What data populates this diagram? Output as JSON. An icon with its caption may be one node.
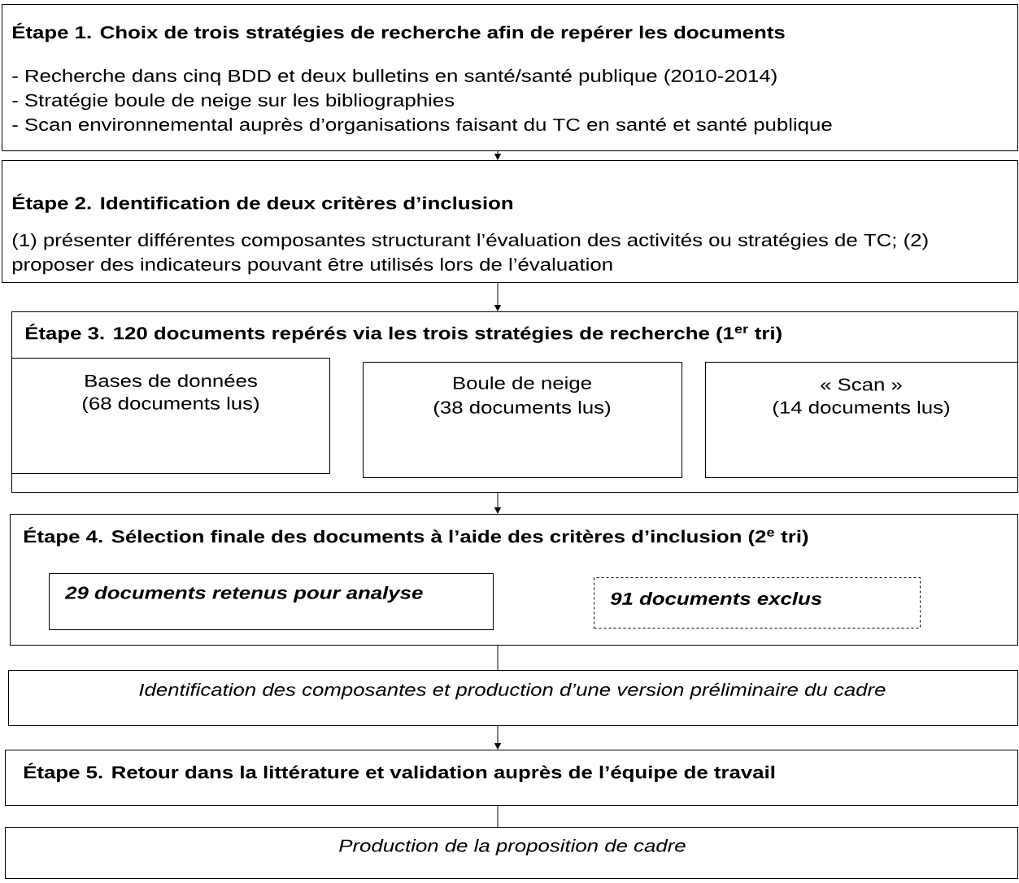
{
  "diagram": {
    "nodes": [
      {
        "text": [
          "Étape 1. Choix de trois stratégies de recherche afin de repérer les documents",
          "- Recherche dans cinq BDD et deux bulletins en santé/santé publique (2010-2014)",
          "- Stratégie boule de neige sur les bibliographies",
          "- Scan environnemental auprès d’organisations faisant du TC en santé et santé publique"
        ]
      },
      {
        "text": [
          "Étape 2. Identification de deux critères d’inclusion",
          "(1) présenter différentes composantes structurant l’évaluation des activités ou stratégies de TC; (2) proposer des indicateurs pouvant être utilisés lors de l’évaluation"
        ]
      },
      {
        "text": [
          "Étape 3. 120 documents repérés via les trois stratégies de recherche (1$^{er}$ tri)"
        ]
      },
      {
        "text": [
          "Bases de données",
          "(68 documents lus)"
        ],
        "in": 2
      },
      {
        "text": [
          "Boule de neige",
          "(38 documents lus)"
        ],
        "in": 2
      },
      {
        "text": [
          "« Scan »",
          "(14 documents lus)"
        ],
        "in": 2
      },
      {
        "text": [
          "Étape 4. Sélection finale des documents à l’aide des critères d’inclusion (2$^{e}$ tri)"
        ]
      },
      {
        "text": [
          "29 documents retenus pour analyse"
        ],
        "in": 6
      },
      {
        "text": [
          "91 documents exclus"
        ],
        "in": 6
      },
      {
        "text": [
          "Identification des composantes et production d’une version préliminaire du cadre"
        ]
      },
      {
        "text": [
          "Étape 5. Retour dans la littérature et validation auprès de l’équipe de travail"
        ]
      },
      {
        "text": [
          "Production de la proposition de cadre"
        ]
      }
    ],
    "edges": [
      {
        "from": 0,
        "to": 1,
        "arrow": "to"
      },
      {
        "from": 1,
        "to": 2,
        "arrow": "to"
      },
      {
        "from": 2,
        "to": 6,
        "arrow": "to"
      },
      {
        "from": 6,
        "to": 9,
        "arrow": "none"
      },
      {
        "from": 9,
        "to": 10,
        "arrow": "to"
      },
      {
        "from": 10,
        "to": 11,
        "arrow": "none"
      }
    ]
  }
}
